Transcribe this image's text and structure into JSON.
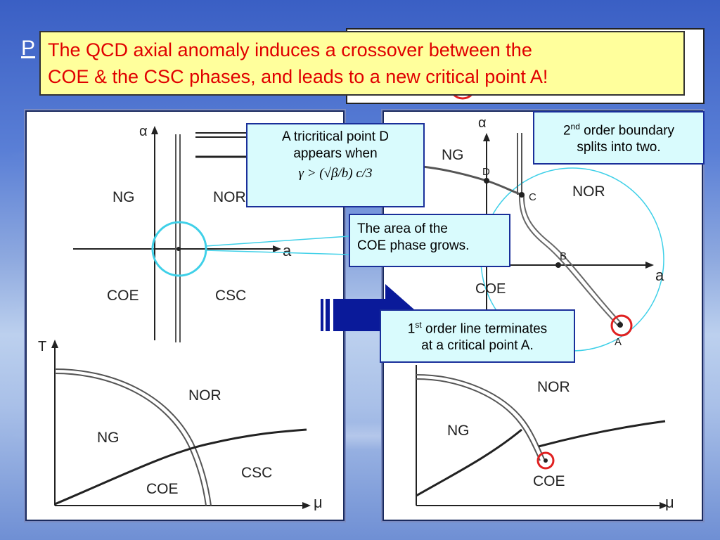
{
  "title_fragment": "P",
  "banner": {
    "line1": "The QCD axial anomaly induces a crossover between the",
    "line2": "COE & the CSC phases, and leads to a new critical point A!"
  },
  "left_top": {
    "alpha": "α",
    "a": "a",
    "NG": "NG",
    "NOR": "NOR",
    "COE": "COE",
    "CSC": "CSC"
  },
  "left_bottom": {
    "T": "T",
    "mu": "μ",
    "NOR": "NOR",
    "NG": "NG",
    "CSC": "CSC",
    "COE": "COE"
  },
  "right_top": {
    "alpha": "α",
    "a": "a",
    "NG": "NG",
    "NOR": "NOR",
    "COE": "COE",
    "D": "D",
    "C": "C",
    "B": "B",
    "A": "A"
  },
  "right_bottom": {
    "mu": "μ",
    "NOR": "NOR",
    "NG": "NG",
    "COE": "COE"
  },
  "callouts": {
    "tricritical_line1": "A tricritical point D",
    "tricritical_line2": "appears when",
    "tricritical_formula": "γ > (√β/b) c/3",
    "coe_line1": "The area of the",
    "coe_line2": "COE phase grows.",
    "second_order_pre": "2",
    "second_order_sup": "nd",
    "second_order_rest": " order boundary",
    "second_order_line2": "splits into two.",
    "first_order_pre": "1",
    "first_order_sup": "st",
    "first_order_rest": " order line terminates",
    "first_order_line2": "at a critical point A."
  },
  "colors": {
    "banner_text": "#e00000",
    "banner_bg": "#ffff9c",
    "callout_bg": "#d9fbfd",
    "callout_border": "#1a2f9a",
    "highlight_circle": "#3fd0e8",
    "critical_circle": "#e02020",
    "arrow": "#0a1a9a"
  }
}
